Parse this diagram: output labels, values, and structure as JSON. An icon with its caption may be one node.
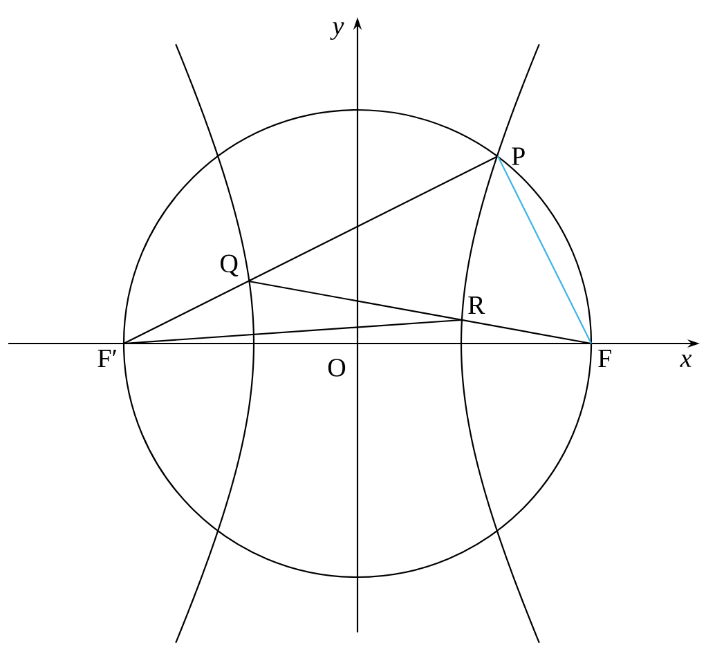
{
  "diagram": {
    "nodes": [
      {
        "text": [
          "P"
        ]
      },
      {
        "text": [
          "Q"
        ]
      },
      {
        "text": [
          "R"
        ]
      },
      {
        "text": [
          "F"
        ]
      },
      {
        "text": [
          "F′"
        ]
      }
    ],
    "edges": [
      {
        "from": 4,
        "to": 0,
        "arrow": "none"
      },
      {
        "from": 1,
        "to": 3,
        "arrow": "none"
      },
      {
        "from": 4,
        "to": 2,
        "arrow": "none"
      },
      {
        "from": 0,
        "to": 3,
        "arrow": "none",
        "color": "#3cb4e6"
      }
    ],
    "labels": [
      "y",
      "x",
      "O"
    ]
  }
}
